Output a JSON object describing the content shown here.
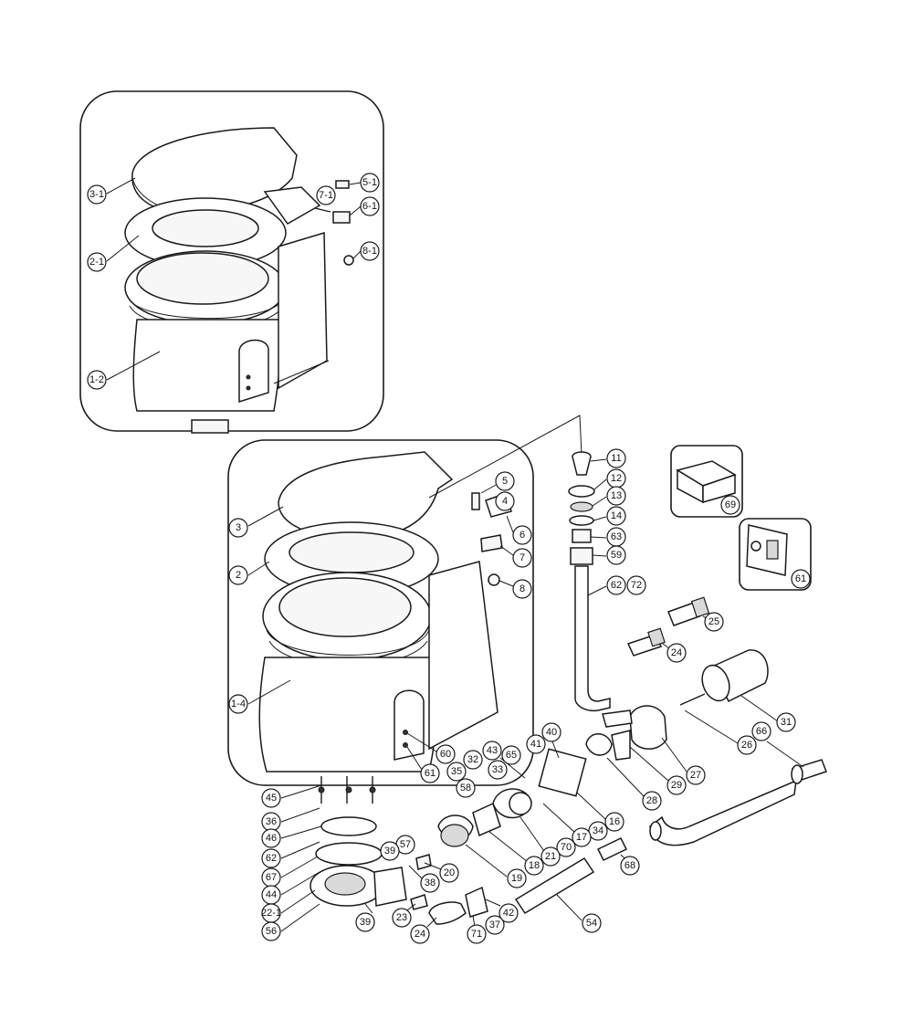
{
  "callouts": [
    "3-1",
    "2-1",
    "1-2",
    "7-1",
    "5-1",
    "6-1",
    "8-1",
    "11",
    "12",
    "13",
    "14",
    "63",
    "59",
    "62",
    "72",
    "69",
    "61",
    "25",
    "24",
    "31",
    "26",
    "66",
    "3",
    "2",
    "1-4",
    "5",
    "4",
    "6",
    "7",
    "8",
    "60",
    "61",
    "40",
    "41",
    "43",
    "65",
    "32",
    "35",
    "33",
    "58",
    "28",
    "29",
    "27",
    "16",
    "34",
    "17",
    "70",
    "21",
    "18",
    "45",
    "36",
    "46",
    "62",
    "67",
    "44",
    "22-1",
    "56",
    "57",
    "39",
    "38",
    "20",
    "19",
    "23",
    "39",
    "68",
    "54",
    "24",
    "71",
    "37",
    "42"
  ]
}
